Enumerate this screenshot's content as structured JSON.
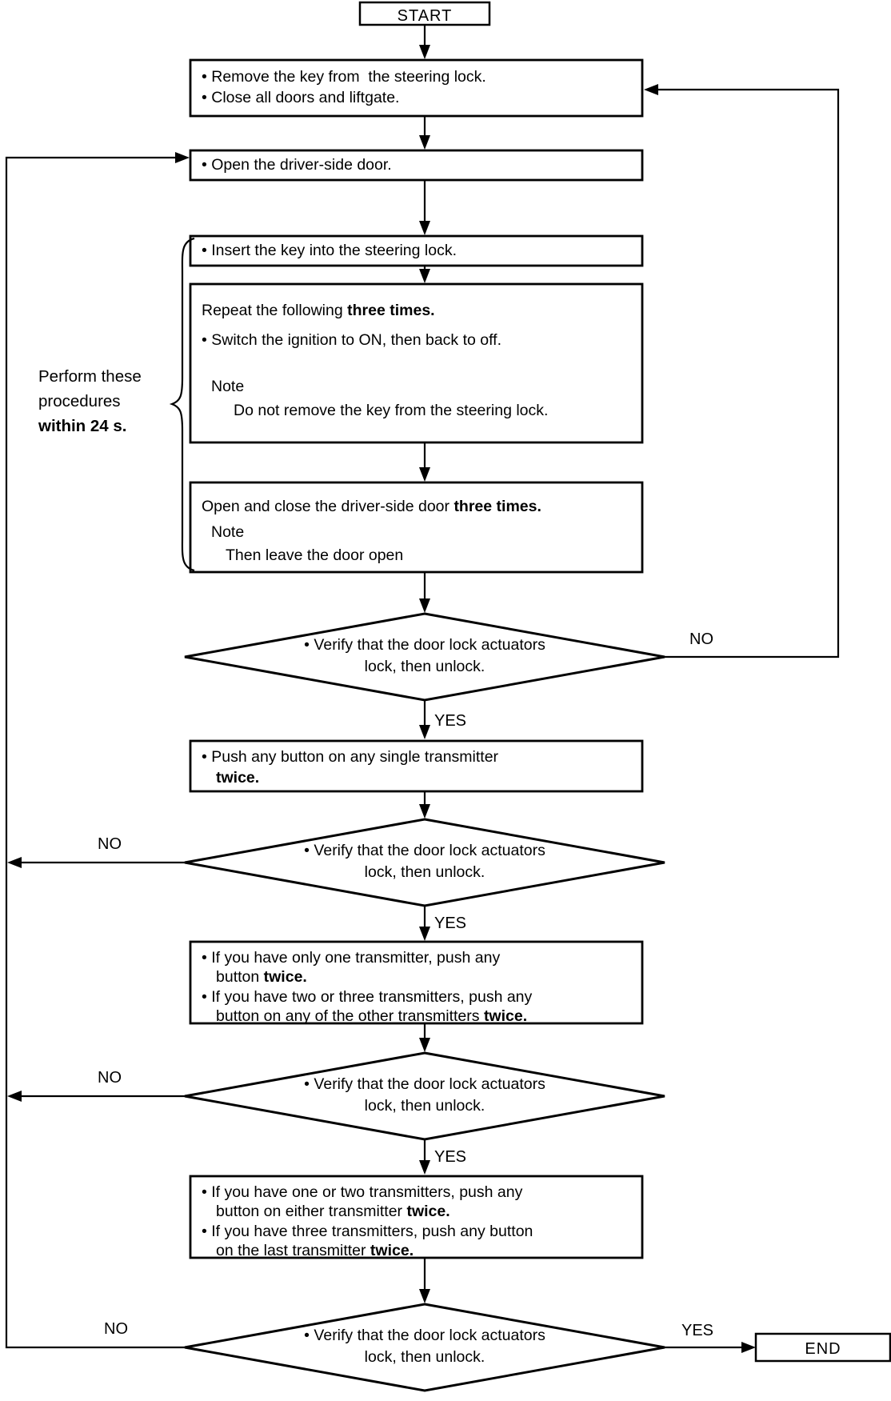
{
  "colors": {
    "ink": "#000000",
    "background": "#ffffff"
  },
  "terminals": {
    "start_label": "START",
    "end_label": "END"
  },
  "edge_labels": {
    "yes": "YES",
    "no": "NO"
  },
  "side_annotation": {
    "line1": "Perform these",
    "line2": "procedures",
    "line3_bold": "within 24 s."
  },
  "boxes": {
    "remove_key": {
      "line1": "• Remove the key from  the steering lock.",
      "line2": "• Close all doors and liftgate."
    },
    "open_door": {
      "line1": "• Open the driver-side door."
    },
    "insert_key": {
      "line1": "• Insert the key into the steering lock."
    },
    "repeat_ignition": {
      "heading_normal": "Repeat the following ",
      "heading_bold": "three times.",
      "bullet": "• Switch the ignition to ON, then back to off.",
      "note_label": "Note",
      "note_text": "Do not remove the key from the steering lock."
    },
    "open_close": {
      "heading_normal": "Open and close the driver-side door ",
      "heading_bold": "three times.",
      "note_label": "Note",
      "note_text": "Then leave the door open"
    },
    "push_any_button": {
      "line1": "• Push any button on any single transmitter",
      "line2_bold": "twice."
    },
    "one_transmitter": {
      "b1_line1": "• If you have only one transmitter, push any",
      "b1_line2_normal": "button ",
      "b1_line2_bold": "twice.",
      "b2_line1": "• If you have two or three transmitters, push any",
      "b2_line2_normal": "button on any of the other transmitters ",
      "b2_line2_bold": "twice."
    },
    "one_or_two_transmitters": {
      "b1_line1": "• If you have one or two transmitters, push any",
      "b1_line2_normal": "button on either transmitter ",
      "b1_line2_bold": "twice.",
      "b2_line1": "• If you have three transmitters, push any button",
      "b2_line2_normal": "on the last transmitter ",
      "b2_line2_bold": "twice."
    }
  },
  "decision": {
    "line1": "• Verify that the door lock actuators",
    "line2": "lock, then unlock."
  }
}
